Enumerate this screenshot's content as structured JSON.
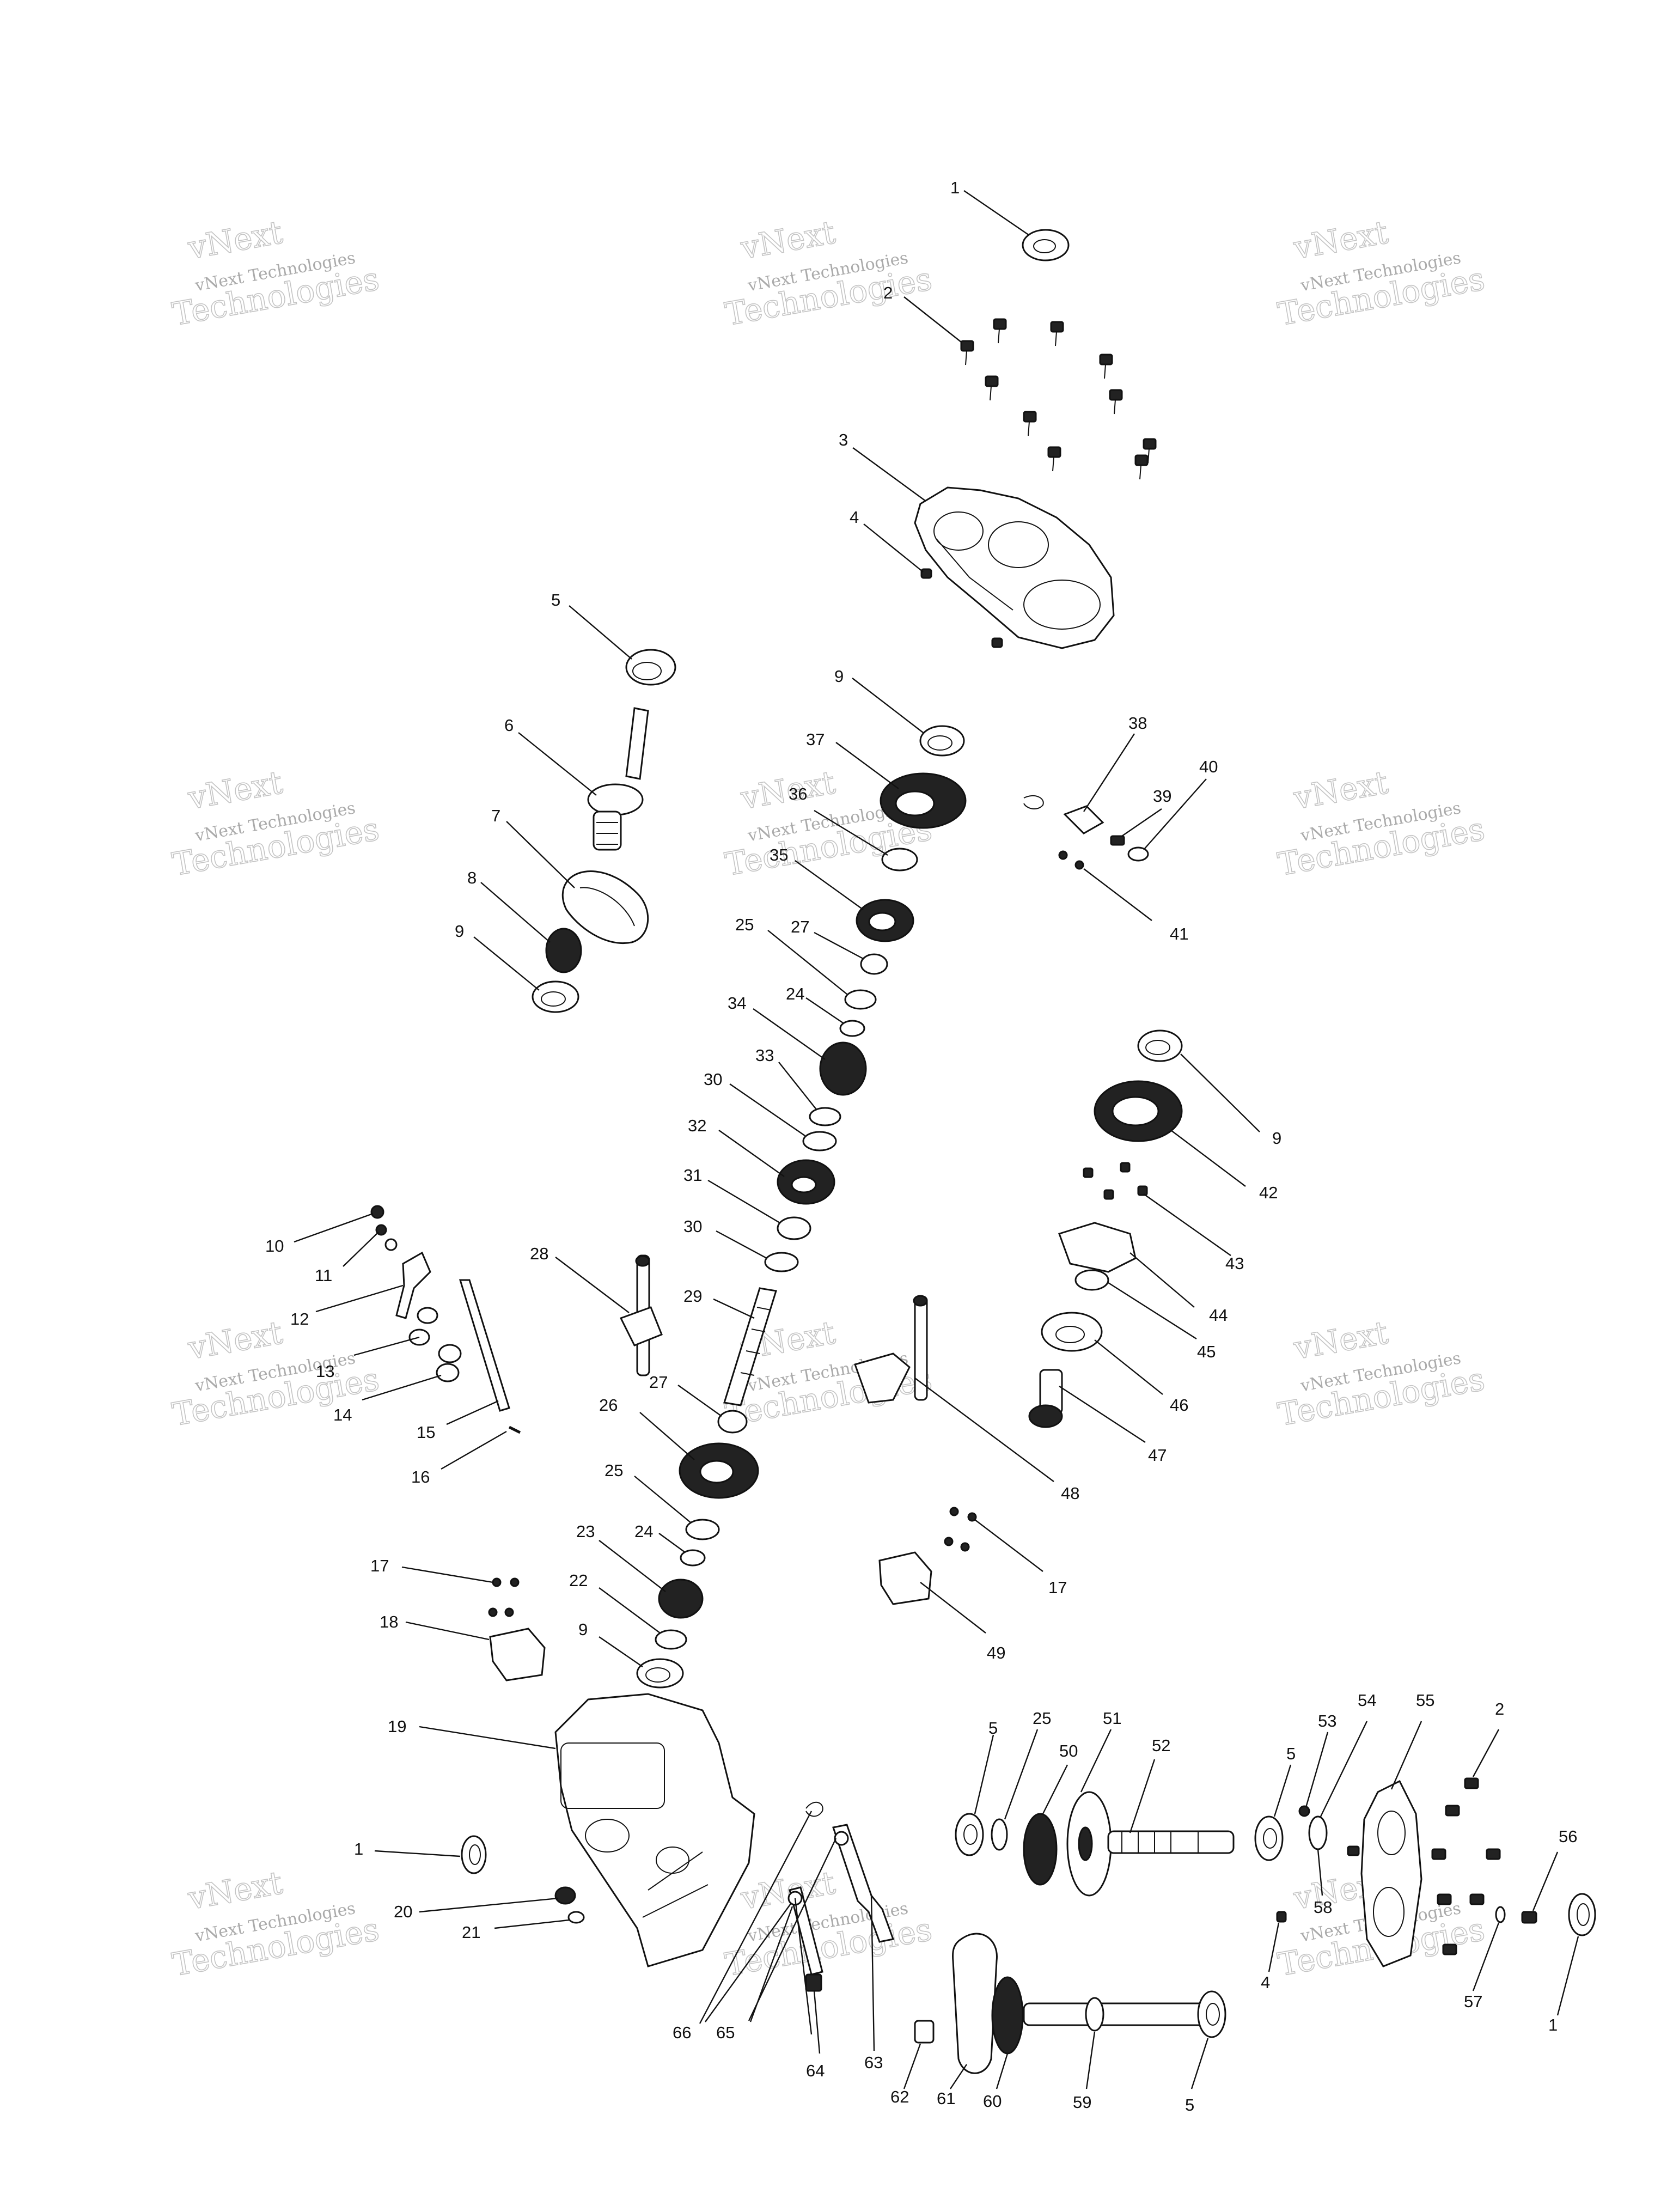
{
  "watermark": {
    "brand_top": "vNext",
    "brand_mid": "vNext Technologies",
    "brand_bottom": "Technologies"
  },
  "callouts": [
    {
      "id": "c1a",
      "text": "1"
    },
    {
      "id": "c2a",
      "text": "2"
    },
    {
      "id": "c3",
      "text": "3"
    },
    {
      "id": "c4a",
      "text": "4"
    },
    {
      "id": "c5a",
      "text": "5"
    },
    {
      "id": "c6",
      "text": "6"
    },
    {
      "id": "c7",
      "text": "7"
    },
    {
      "id": "c8",
      "text": "8"
    },
    {
      "id": "c9a",
      "text": "9"
    },
    {
      "id": "c9b",
      "text": "9"
    },
    {
      "id": "c37",
      "text": "37"
    },
    {
      "id": "c36",
      "text": "36"
    },
    {
      "id": "c35",
      "text": "35"
    },
    {
      "id": "c27a",
      "text": "27"
    },
    {
      "id": "c25a",
      "text": "25"
    },
    {
      "id": "c24a",
      "text": "24"
    },
    {
      "id": "c34",
      "text": "34"
    },
    {
      "id": "c33",
      "text": "33"
    },
    {
      "id": "c30a",
      "text": "30"
    },
    {
      "id": "c32",
      "text": "32"
    },
    {
      "id": "c31",
      "text": "31"
    },
    {
      "id": "c30b",
      "text": "30"
    },
    {
      "id": "c38",
      "text": "38"
    },
    {
      "id": "c39",
      "text": "39"
    },
    {
      "id": "c40",
      "text": "40"
    },
    {
      "id": "c41",
      "text": "41"
    },
    {
      "id": "c9c",
      "text": "9"
    },
    {
      "id": "c42",
      "text": "42"
    },
    {
      "id": "c43",
      "text": "43"
    },
    {
      "id": "c44",
      "text": "44"
    },
    {
      "id": "c45",
      "text": "45"
    },
    {
      "id": "c46",
      "text": "46"
    },
    {
      "id": "c47",
      "text": "47"
    },
    {
      "id": "c10",
      "text": "10"
    },
    {
      "id": "c11",
      "text": "11"
    },
    {
      "id": "c12",
      "text": "12"
    },
    {
      "id": "c13",
      "text": "13"
    },
    {
      "id": "c14",
      "text": "14"
    },
    {
      "id": "c15",
      "text": "15"
    },
    {
      "id": "c16",
      "text": "16"
    },
    {
      "id": "c28",
      "text": "28"
    },
    {
      "id": "c29",
      "text": "29"
    },
    {
      "id": "c27b",
      "text": "27"
    },
    {
      "id": "c26",
      "text": "26"
    },
    {
      "id": "c48",
      "text": "48"
    },
    {
      "id": "c25b",
      "text": "25"
    },
    {
      "id": "c24b",
      "text": "24"
    },
    {
      "id": "c23",
      "text": "23"
    },
    {
      "id": "c22",
      "text": "22"
    },
    {
      "id": "c9d",
      "text": "9"
    },
    {
      "id": "c17a",
      "text": "17"
    },
    {
      "id": "c18",
      "text": "18"
    },
    {
      "id": "c17b",
      "text": "17"
    },
    {
      "id": "c49",
      "text": "49"
    },
    {
      "id": "c19",
      "text": "19"
    },
    {
      "id": "c1b",
      "text": "1"
    },
    {
      "id": "c20",
      "text": "20"
    },
    {
      "id": "c21",
      "text": "21"
    },
    {
      "id": "c66",
      "text": "66"
    },
    {
      "id": "c65",
      "text": "65"
    },
    {
      "id": "c64",
      "text": "64"
    },
    {
      "id": "c63",
      "text": "63"
    },
    {
      "id": "c5b",
      "text": "5"
    },
    {
      "id": "c25c",
      "text": "25"
    },
    {
      "id": "c50",
      "text": "50"
    },
    {
      "id": "c51",
      "text": "51"
    },
    {
      "id": "c52",
      "text": "52"
    },
    {
      "id": "c5c",
      "text": "5"
    },
    {
      "id": "c53",
      "text": "53"
    },
    {
      "id": "c54",
      "text": "54"
    },
    {
      "id": "c55",
      "text": "55"
    },
    {
      "id": "c2b",
      "text": "2"
    },
    {
      "id": "c56",
      "text": "56"
    },
    {
      "id": "c58",
      "text": "58"
    },
    {
      "id": "c4b",
      "text": "4"
    },
    {
      "id": "c57",
      "text": "57"
    },
    {
      "id": "c1c",
      "text": "1"
    },
    {
      "id": "c62",
      "text": "62"
    },
    {
      "id": "c61",
      "text": "61"
    },
    {
      "id": "c60",
      "text": "60"
    },
    {
      "id": "c59",
      "text": "59"
    },
    {
      "id": "c5d",
      "text": "5"
    }
  ]
}
